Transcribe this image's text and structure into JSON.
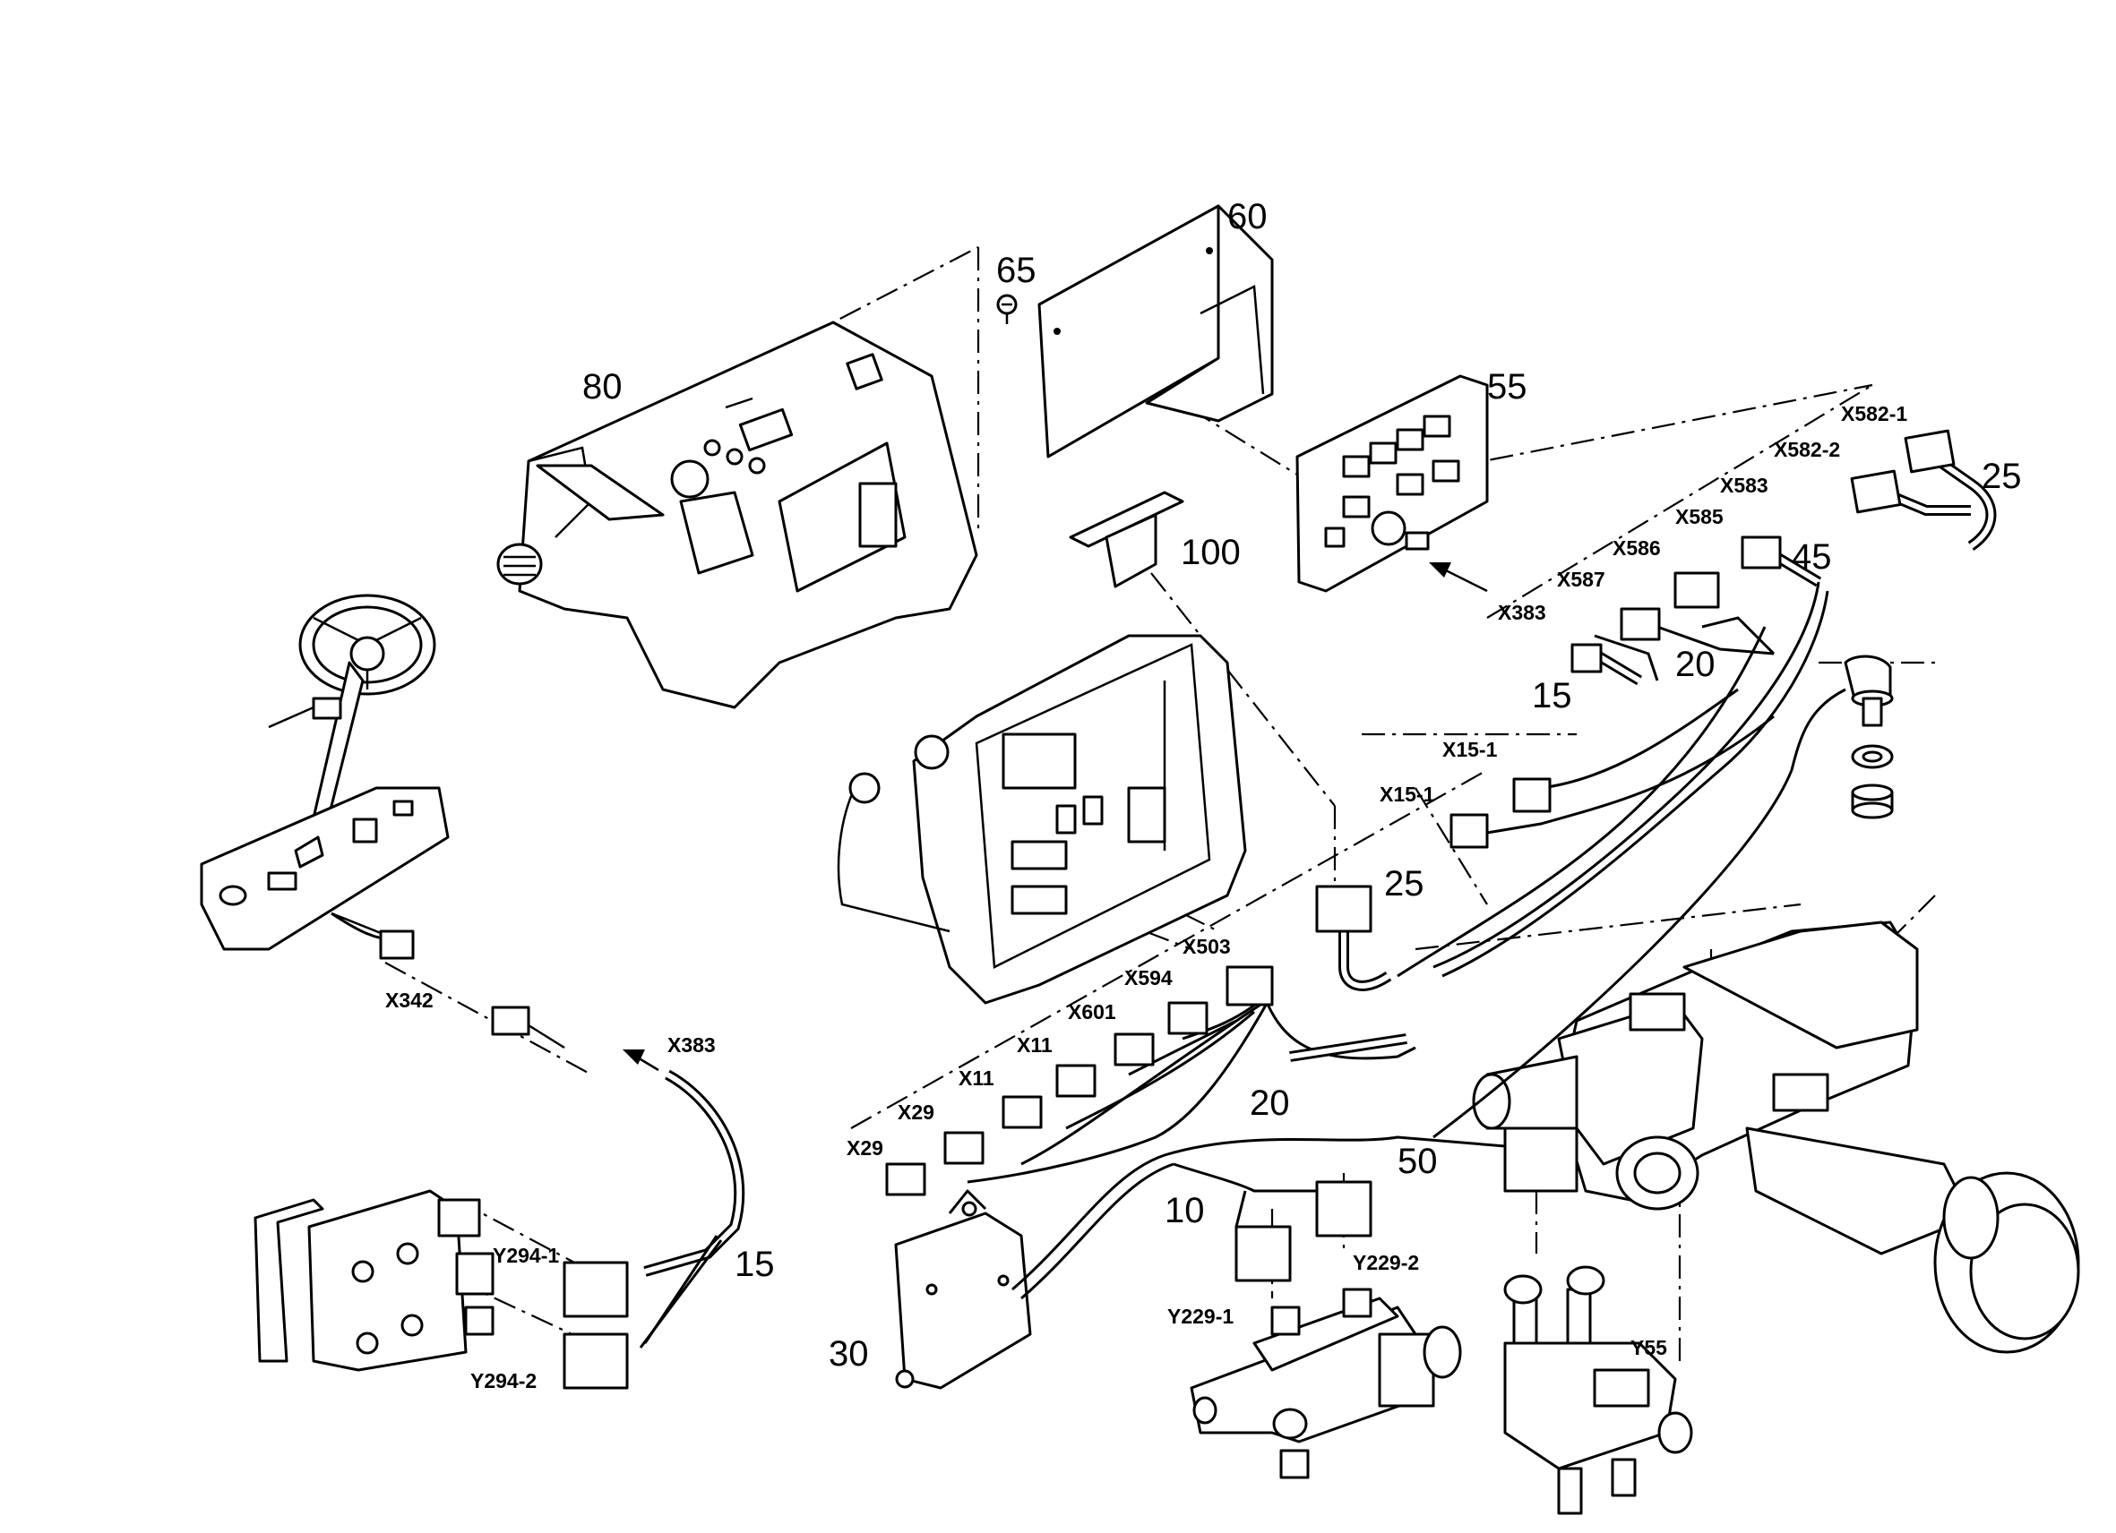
{
  "part_numbers": {
    "p80": "80",
    "p65": "65",
    "p60": "60",
    "p55": "55",
    "p100": "100",
    "p25a": "25",
    "p45": "45",
    "p15a": "15",
    "p20a": "20",
    "p25b": "25",
    "p20b": "20",
    "p15b": "15",
    "p10": "10",
    "p50": "50",
    "p30": "30"
  },
  "connector_labels": {
    "x582_1": "X582-1",
    "x582_2": "X582-2",
    "x583": "X583",
    "x585": "X585",
    "x586": "X586",
    "x587": "X587",
    "x383_top": "X383",
    "x15_1_a": "X15-1",
    "x15_1_b": "X15-1",
    "x503": "X503",
    "x594": "X594",
    "x601": "X601",
    "x11_a": "X11",
    "x11_b": "X11",
    "x29_a": "X29",
    "x29_b": "X29",
    "x342": "X342",
    "x383_left": "X383",
    "y294_1": "Y294-1",
    "y294_2": "Y294-2",
    "y229_1": "Y229-1",
    "y229_2": "Y229-2",
    "y55": "Y55"
  }
}
